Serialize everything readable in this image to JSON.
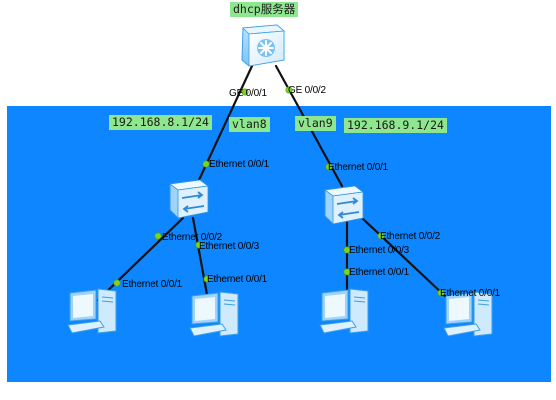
{
  "server": {
    "label": "dhcp服务器",
    "icon": "router-switch-icon",
    "ports": {
      "left": "GE 0/0/1",
      "right": "GE 0/0/2"
    }
  },
  "vlans": [
    {
      "ip": "192.168.8.1/24",
      "name": "vlan8"
    },
    {
      "ip": "192.168.9.1/24",
      "name": "vlan9"
    }
  ],
  "switches": [
    {
      "icon": "switch-icon",
      "uplink_port": "Ethernet 0/0/1",
      "down_ports": [
        "Ethernet 0/0/2",
        "Ethernet 0/0/3"
      ]
    },
    {
      "icon": "switch-icon",
      "uplink_port": "Ethernet 0/0/1",
      "down_ports": [
        "Ethernet 0/0/3",
        "Ethernet 0/0/2"
      ]
    }
  ],
  "pcs": [
    {
      "icon": "pc-icon",
      "port": "Ethernet 0/0/1"
    },
    {
      "icon": "pc-icon",
      "port": "Ethernet 0/0/1"
    },
    {
      "icon": "pc-icon",
      "port": "Ethernet 0/0/1"
    },
    {
      "icon": "pc-icon",
      "port": "Ethernet 0/0/1"
    }
  ],
  "colors": {
    "area_background": "#0e86ff",
    "label_background": "#8ee68e",
    "link": "#111111",
    "port_dot": "#7ed321"
  }
}
